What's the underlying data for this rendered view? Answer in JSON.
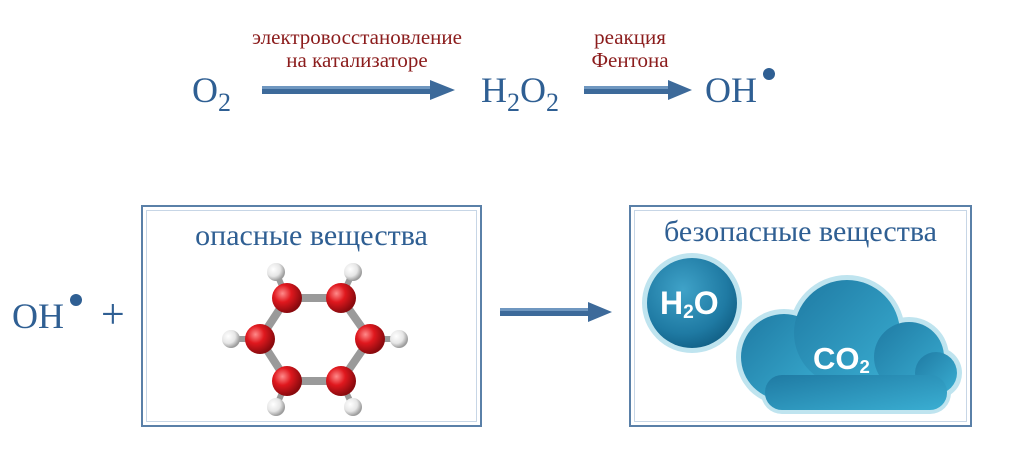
{
  "chem": {
    "o": "O",
    "h": "H",
    "oh": "OH",
    "co": "CO",
    "sub2": "2",
    "plus": "+"
  },
  "top_row": {
    "arrow_1": {
      "line1": "электровосстановление",
      "line2": "на катализаторе"
    },
    "arrow_2": {
      "line1": "реакция",
      "line2": "Фентона"
    }
  },
  "hazardous_box": {
    "title": "опасные вещества"
  },
  "safe_box": {
    "title": "безопасные вещества"
  },
  "colors": {
    "species_text": "#2f5f93",
    "arrow_label": "#8b1c1c",
    "arrow": "#3d6a9a",
    "carbon_atom": "#e0181e",
    "hydrogen_atom": "#e6e6e6",
    "bond": "#9a9a9a",
    "bubble": "#2a86ad"
  }
}
